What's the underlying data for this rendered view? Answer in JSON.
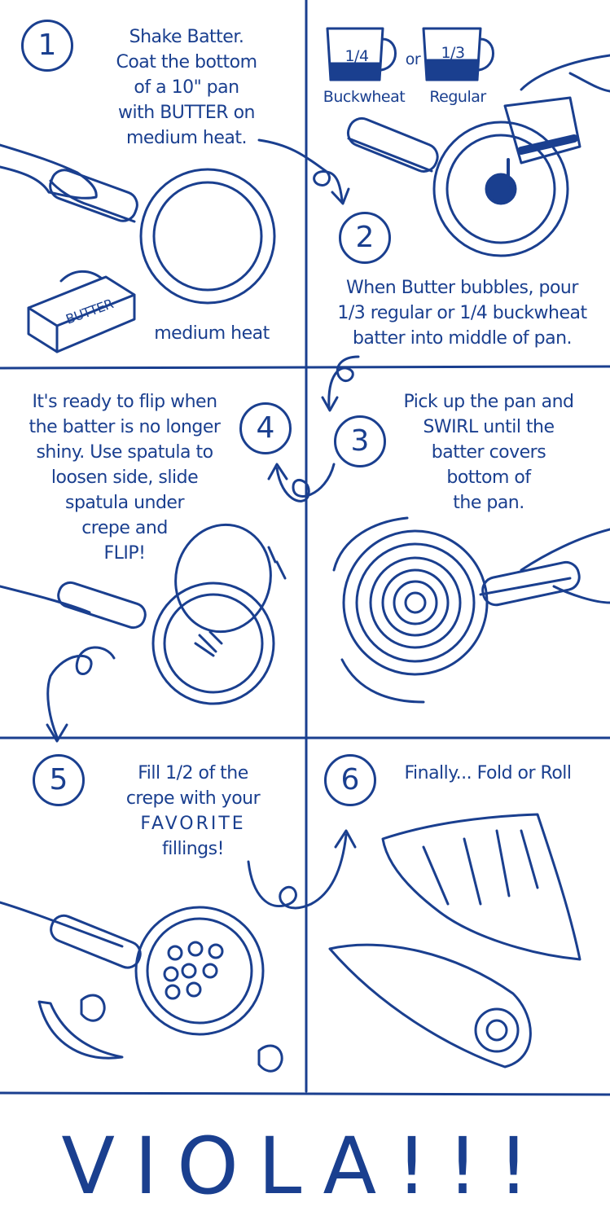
{
  "steps": {
    "s1": {
      "number": "1",
      "lines": [
        "Shake Batter.",
        "Coat the bottom",
        "of a 10\" pan",
        "with BUTTER on",
        "medium heat."
      ],
      "butter_label": "BUTTER",
      "heat_label": "medium heat"
    },
    "cups": {
      "buckwheat_fraction": "1/4",
      "regular_fraction": "1/3",
      "or": "or",
      "buckwheat_label": "Buckwheat",
      "regular_label": "Regular"
    },
    "s2": {
      "number": "2",
      "lines": [
        "When Butter bubbles, pour",
        "1/3 regular or 1/4 buckwheat",
        "batter into middle of pan."
      ]
    },
    "s3": {
      "number": "3",
      "lines": [
        "Pick up the pan and",
        "SWIRL until the",
        "batter covers",
        "bottom of",
        "the pan."
      ]
    },
    "s4": {
      "number": "4",
      "lines": [
        "It's ready to flip when",
        "the batter is no longer",
        "shiny. Use spatula to",
        "loosen side, slide",
        "spatula under",
        "crepe and",
        "FLIP!"
      ]
    },
    "s5": {
      "number": "5",
      "lines": [
        "Fill 1/2 of the",
        "crepe with your",
        "FAVORITE",
        "fillings!"
      ]
    },
    "s6": {
      "number": "6",
      "lines": [
        "Finally... Fold or Roll"
      ]
    }
  },
  "footer": {
    "title": "VIOLA!!!"
  },
  "colors": {
    "ink": "#1a3f8f",
    "background": "#ffffff"
  }
}
